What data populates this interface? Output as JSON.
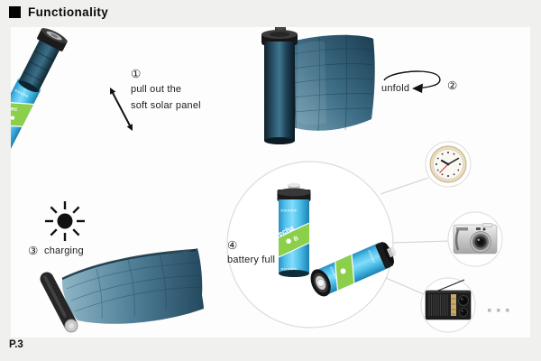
{
  "header": {
    "title": "Functionality"
  },
  "footer": {
    "page_number": "P.3"
  },
  "steps": {
    "step1": {
      "number": "①",
      "line1": "pull out the",
      "line2": "soft solar panel"
    },
    "step2": {
      "number": "②",
      "label": "unfold"
    },
    "step3": {
      "number": "③",
      "label": "charging"
    },
    "step4": {
      "number": "④",
      "label": "battery full"
    }
  },
  "battery_graphic": {
    "chevrons": "»»»»»",
    "band1_line1": "-Rec",
    "band1_line2": "r",
    "band4_line1": "echa",
    "band4_line2": "B"
  },
  "device_icons": [
    "clock-icon",
    "camera-icon",
    "radio-icon"
  ],
  "colors": {
    "background": "#f0f0ee",
    "panel": "#fdfdfd",
    "battery_blue": "#52c1e8",
    "battery_green": "#8ccf4a",
    "solar_dark": "#1c3a4c",
    "solar_light": "#7fa9bb",
    "outline_gray": "#dcdcda"
  }
}
